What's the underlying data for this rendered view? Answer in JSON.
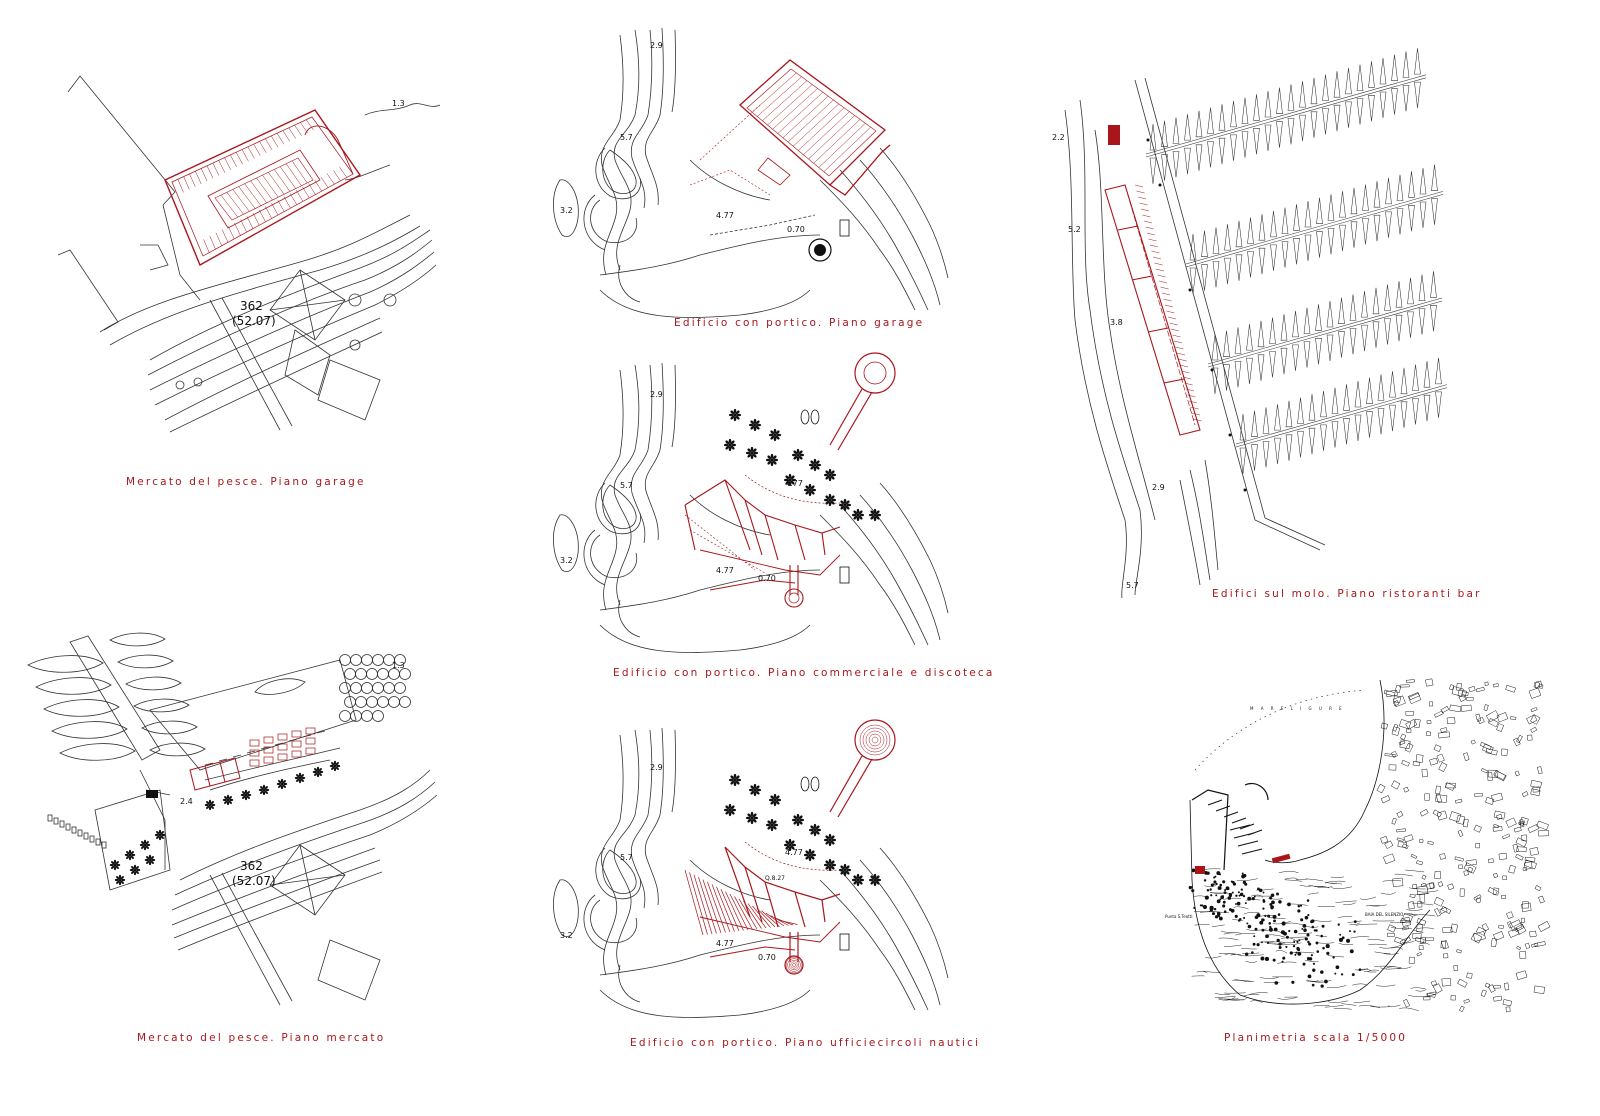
{
  "sheet": {
    "accent_color": "#a8161c",
    "line_color": "#222222"
  },
  "panels": {
    "fish_garage": {
      "caption": "Mercato del pesce. Piano garage",
      "labels": {
        "elev_1": "1.3",
        "area": "362",
        "area_sub": "(52.07)"
      }
    },
    "fish_market": {
      "caption": "Mercato del pesce. Piano mercato",
      "labels": {
        "elev_1": "1.3",
        "elev_2": "2.4",
        "area": "362",
        "area_sub": "(52.07)"
      }
    },
    "portico_garage": {
      "caption": "Edificio con portico. Piano garage",
      "labels": {
        "e1": "2.9",
        "e2": "5.7",
        "e3": "3.2",
        "e4": "4.77",
        "e5": "0.70"
      }
    },
    "portico_commercial": {
      "caption": "Edificio con portico. Piano commerciale e discoteca",
      "labels": {
        "e1": "2.9",
        "e2": "5.7",
        "e3": "3.2",
        "e4": "4.77",
        "e5": "4.77",
        "e6": "0.70"
      }
    },
    "portico_offices": {
      "caption": "Edificio con portico. Piano ufficiecircoli nautici",
      "labels": {
        "e1": "2.9",
        "e2": "5.7",
        "e3": "3.2",
        "e4": "4.77",
        "e5": "4.77",
        "e6": "0.70",
        "e7": "Q.8.27"
      }
    },
    "pier": {
      "caption": "Edifici sul molo. Piano ristoranti bar",
      "labels": {
        "e1": "2.2",
        "e2": "5.2",
        "e3": "3.8",
        "e4": "2.9",
        "e5": "5.7"
      }
    },
    "site_plan": {
      "caption": "Planimetria scala 1/5000",
      "labels": {
        "place_1": "Punta S.Teotti",
        "place_2": "BAIA DEL SILENZIO",
        "sea": "M A R E   L I G U R E"
      }
    }
  }
}
